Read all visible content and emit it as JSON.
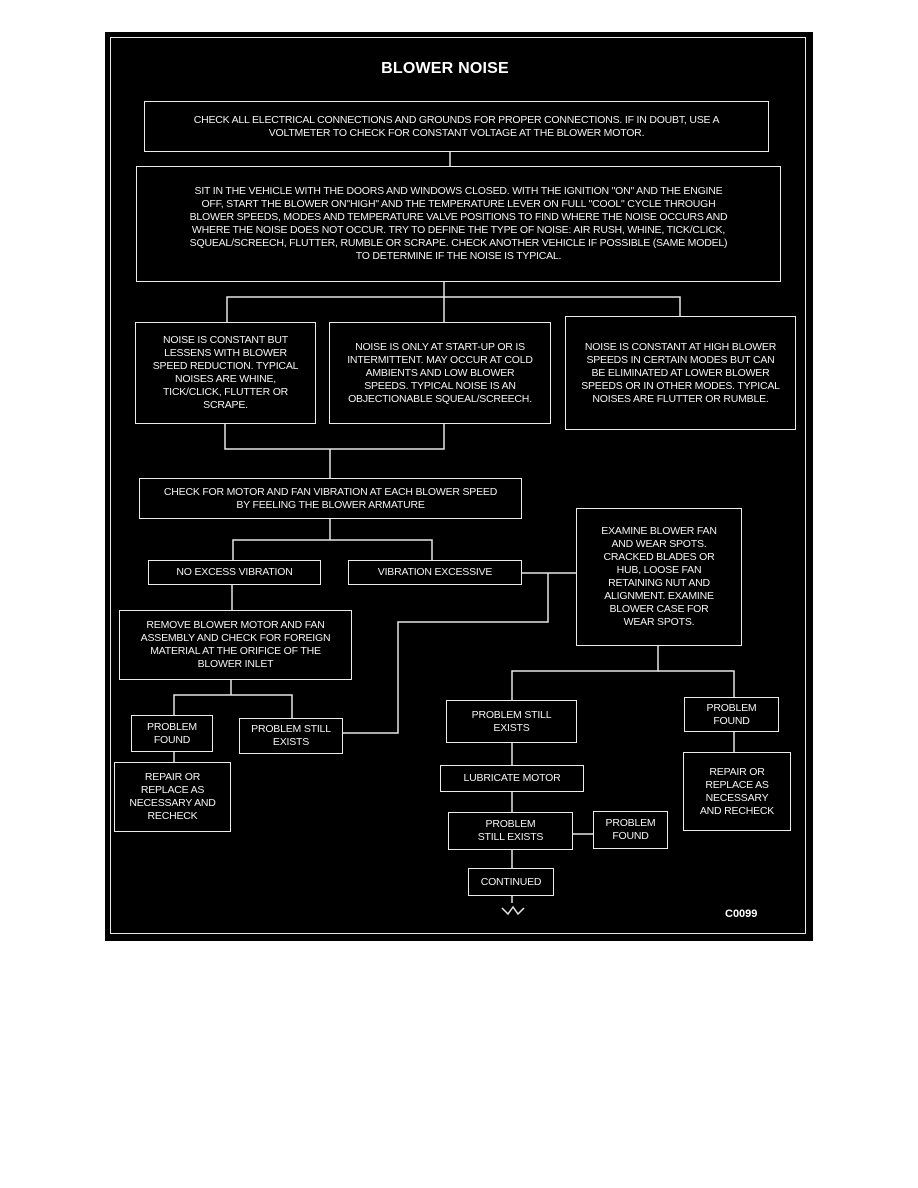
{
  "title": "BLOWER NOISE",
  "code": "C0099",
  "boxes": {
    "check_connections": "CHECK ALL ELECTRICAL CONNECTIONS AND GROUNDS FOR PROPER CONNECTIONS. IF IN DOUBT, USE A VOLTMETER TO CHECK FOR CONSTANT VOLTAGE AT THE BLOWER MOTOR.",
    "sit_in_vehicle": "SIT IN THE VEHICLE WITH THE DOORS AND WINDOWS CLOSED. WITH THE IGNITION \"ON\" AND THE ENGINE OFF, START THE BLOWER ON\"HIGH\" AND THE TEMPERATURE LEVER ON FULL \"COOL\" CYCLE THROUGH BLOWER SPEEDS, MODES AND TEMPERATURE VALVE POSITIONS TO FIND WHERE THE NOISE OCCURS AND WHERE THE NOISE DOES NOT OCCUR. TRY TO DEFINE THE TYPE OF NOISE: AIR RUSH, WHINE, TICK/CLICK, SQUEAL/SCREECH, FLUTTER, RUMBLE OR SCRAPE. CHECK ANOTHER VEHICLE IF POSSIBLE (SAME MODEL) TO DETERMINE IF THE NOISE IS TYPICAL.",
    "noise_constant_lessens": "NOISE IS CONSTANT BUT LESSENS WITH BLOWER SPEED REDUCTION. TYPICAL NOISES ARE WHINE, TICK/CLICK, FLUTTER OR SCRAPE.",
    "noise_startup": "NOISE IS ONLY AT START-UP OR IS INTERMITTENT. MAY OCCUR AT COLD AMBIENTS AND LOW BLOWER SPEEDS. TYPICAL NOISE IS AN OBJECTIONABLE SQUEAL/SCREECH.",
    "noise_high_blower": "NOISE IS CONSTANT AT HIGH BLOWER SPEEDS IN CERTAIN MODES BUT CAN BE ELIMINATED AT LOWER BLOWER SPEEDS OR IN OTHER MODES. TYPICAL NOISES ARE FLUTTER OR RUMBLE.",
    "check_vibration": "CHECK FOR MOTOR AND FAN VIBRATION AT EACH BLOWER SPEED BY FEELING THE BLOWER ARMATURE",
    "examine_fan": "EXAMINE BLOWER FAN AND WEAR SPOTS. CRACKED BLADES OR HUB, LOOSE FAN RETAINING NUT AND ALIGNMENT. EXAMINE BLOWER CASE FOR WEAR SPOTS.",
    "no_excess_vibration": "NO EXCESS VIBRATION",
    "vibration_excessive": "VIBRATION EXCESSIVE",
    "remove_motor": "REMOVE BLOWER MOTOR AND FAN ASSEMBLY AND CHECK FOR FOREIGN MATERIAL AT THE ORIFICE OF THE BLOWER INLET",
    "problem_found_left": "PROBLEM FOUND",
    "problem_still_exists_left": "PROBLEM STILL EXISTS",
    "repair_left": "REPAIR OR REPLACE AS NECESSARY AND RECHECK",
    "problem_still_exists_mid": "PROBLEM STILL EXISTS",
    "problem_found_right": "PROBLEM FOUND",
    "repair_right": "REPAIR OR REPLACE AS NECESSARY AND RECHECK",
    "lubricate_motor": "LUBRICATE MOTOR",
    "problem_still_exists_low": "PROBLEM STILL EXISTS",
    "problem_found_low": "PROBLEM FOUND",
    "continued": "CONTINUED"
  }
}
